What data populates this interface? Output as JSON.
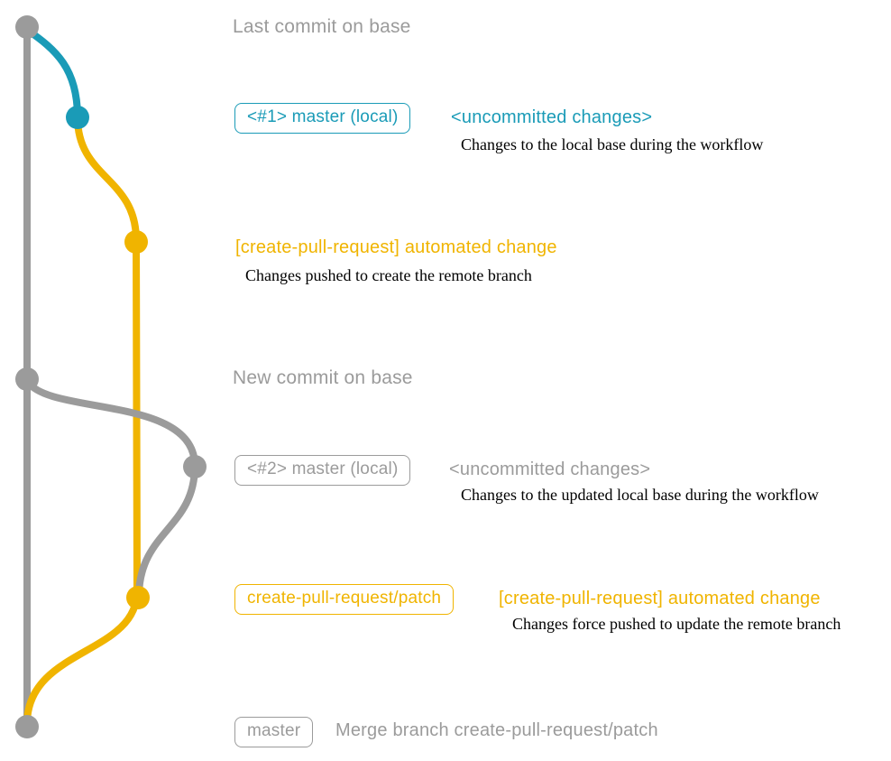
{
  "colors": {
    "gray": "#9b9b9b",
    "teal": "#1a9bb7",
    "yellow": "#f0b400",
    "desc_text": "#000000",
    "background": "#ffffff"
  },
  "diagram": {
    "type": "git-branch-graph",
    "branches": [
      {
        "name": "base",
        "color": "gray"
      },
      {
        "name": "master (local)",
        "color": "teal then gray"
      },
      {
        "name": "create-pull-request/patch",
        "color": "yellow"
      }
    ]
  },
  "rows": {
    "last_commit": {
      "title": "Last commit on base"
    },
    "local1": {
      "badge": "<#1> master (local)",
      "note": "<uncommitted changes>",
      "desc": "Changes to the local base during the workflow"
    },
    "patch1": {
      "title": "[create-pull-request] automated change",
      "desc": "Changes pushed to create the remote branch"
    },
    "new_commit": {
      "title": "New commit on base"
    },
    "local2": {
      "badge": "<#2> master (local)",
      "note": "<uncommitted changes>",
      "desc": "Changes to the updated local base during the workflow"
    },
    "patch2": {
      "badge": "create-pull-request/patch",
      "title": "[create-pull-request] automated change",
      "desc": "Changes force pushed to update the remote branch"
    },
    "merge": {
      "badge": "master",
      "title": "Merge branch create-pull-request/patch"
    }
  }
}
